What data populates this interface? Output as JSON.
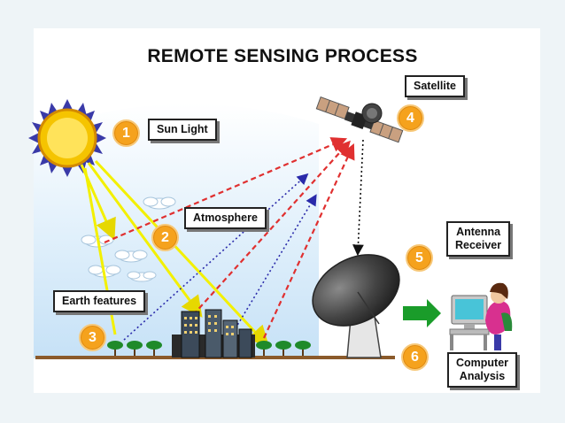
{
  "title": "REMOTE SENSING PROCESS",
  "labels": {
    "satellite": "Satellite",
    "sun_light": "Sun Light",
    "atmosphere": "Atmosphere",
    "antenna_receiver_line1": "Antenna",
    "antenna_receiver_line2": "Receiver",
    "earth_features": "Earth features",
    "computer_analysis_line1": "Computer",
    "computer_analysis_line2": "Analysis"
  },
  "steps": [
    "1",
    "2",
    "3",
    "4",
    "5",
    "6"
  ],
  "colors": {
    "badge": "#f5a21d",
    "sun_ray": "#f3f000",
    "reflected_ray": "#e03030",
    "emitted_ray": "#2a2aaa",
    "downlink": "#111111",
    "transfer_arrow": "#1a9c2a"
  }
}
